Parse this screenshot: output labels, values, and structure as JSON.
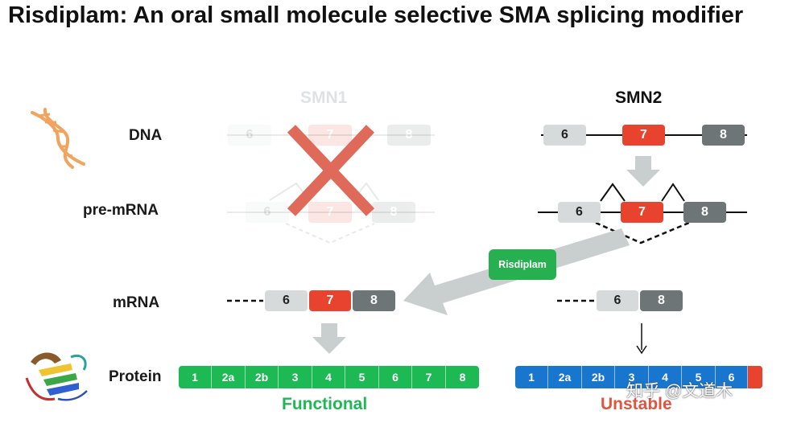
{
  "title": "Risdiplam: An oral small molecule selective SMA splicing modifier",
  "labels": {
    "dna": "DNA",
    "pre_mrna": "pre-mRNA",
    "mrna": "mRNA",
    "protein": "Protein"
  },
  "headers": {
    "smn1": "SMN1",
    "smn2": "SMN2"
  },
  "exons": {
    "e6": "6",
    "e7": "7",
    "e8": "8"
  },
  "drug": "Risdiplam",
  "protein_functional": [
    "1",
    "2a",
    "2b",
    "3",
    "4",
    "5",
    "6",
    "7",
    "8"
  ],
  "protein_unstable": [
    "1",
    "2a",
    "2b",
    "3",
    "4",
    "5",
    "6"
  ],
  "captions": {
    "functional": "Functional",
    "unstable": "Unstable"
  },
  "watermark": "知乎 @文道木",
  "colors": {
    "red": "#e8432f",
    "green": "#1db954",
    "blue": "#1976cf",
    "dark_gray": "#6e7576",
    "light_gray": "#d7dadb",
    "arrow": "#c9cecf",
    "dna_orange": "#f2a35e"
  }
}
